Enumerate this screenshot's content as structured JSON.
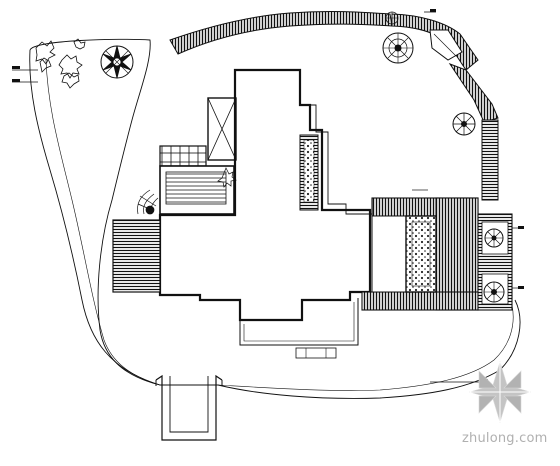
{
  "watermark": {
    "text": "zhulong.com",
    "color": "#b8b8b8"
  },
  "colors": {
    "line": "#111111",
    "hatch": "#1a1a1a",
    "paper": "#ffffff"
  },
  "icons": [
    "tree-symbol",
    "shrub-symbol",
    "north-compass-rose"
  ]
}
